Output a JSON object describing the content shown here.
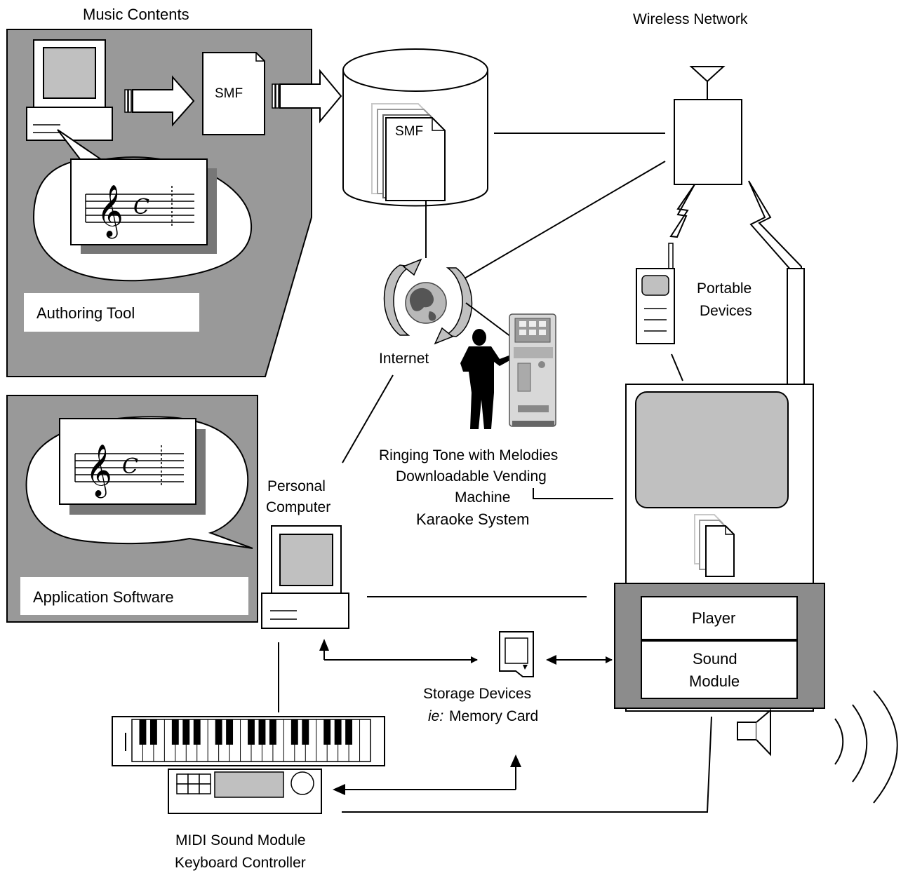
{
  "labels": {
    "music_contents": "Music Contents",
    "wireless_network": "Wireless Network",
    "smf_file": "SMF",
    "smf_db": "SMF",
    "authoring_tool": "Authoring Tool",
    "application_software": "Application Software",
    "internet": "Internet",
    "portable_devices_1": "Portable",
    "portable_devices_2": "Devices",
    "vending_1": "Ringing Tone with Melodies",
    "vending_2": "Downloadable Vending",
    "vending_3": "Machine",
    "karaoke": "Karaoke System",
    "personal_computer_1": "Personal",
    "personal_computer_2": "Computer",
    "player": "Player",
    "sound_module_1": "Sound",
    "sound_module_2": "Module",
    "storage_1": "Storage Devices",
    "storage_ie": "ie:",
    "storage_2": " Memory Card",
    "midi_1": "MIDI Sound Module",
    "midi_2": "Keyboard Controller"
  },
  "colors": {
    "panel_gray": "#999999",
    "light_gray": "#c0c0c0",
    "dark_panel": "#8c8c8c",
    "shadow": "#777777"
  },
  "icons": [
    "computer-icon",
    "document-icon",
    "database-icon",
    "antenna-tower-icon",
    "globe-icon",
    "mobile-phone-icon",
    "kiosk-icon",
    "person-silhouette-icon",
    "memory-card-icon",
    "keyboard-icon",
    "speaker-icon",
    "sheet-music-icon"
  ]
}
